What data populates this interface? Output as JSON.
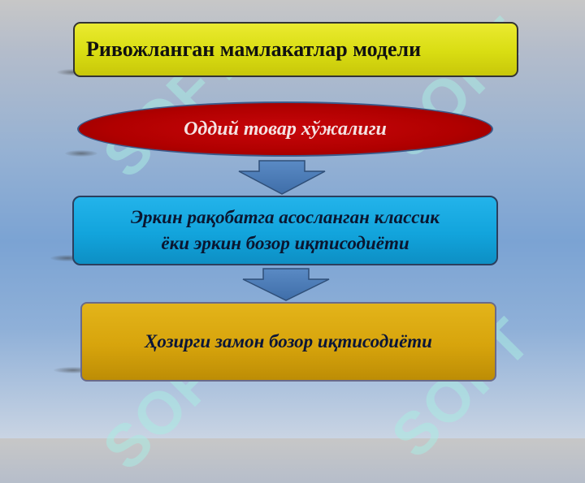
{
  "watermark": {
    "text": "SOFT"
  },
  "diagram": {
    "title": "Ривожланган мамлакатлар модели",
    "stage_1": "Оддий товар хўжалиги",
    "stage_2_line_1": "Эркин рақобатга асосланган классик",
    "stage_2_line_2": "ёки эркин бозор иқтисодиёти",
    "stage_3": "Ҳозирги замон бозор иқтисодиёти"
  },
  "colors": {
    "title_fill": "#d9dd12",
    "stage_1_fill": "#b00000",
    "stage_2_fill": "#12a4dc",
    "stage_3_fill": "#d7a40c",
    "arrow_fill": "#4a79b4"
  }
}
